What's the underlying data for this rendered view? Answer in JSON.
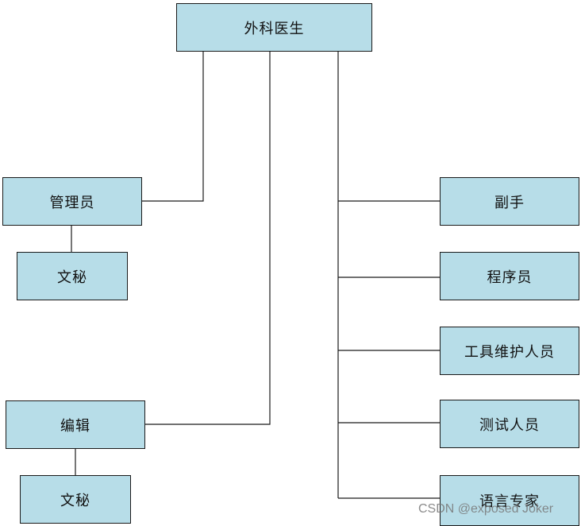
{
  "diagram": {
    "root": {
      "label": "外科医生"
    },
    "left_branches": [
      {
        "label": "管理员",
        "child": {
          "label": "文秘"
        }
      },
      {
        "label": "编辑",
        "child": {
          "label": "文秘"
        }
      }
    ],
    "right_branches": [
      {
        "label": "副手"
      },
      {
        "label": "程序员"
      },
      {
        "label": "工具维护人员"
      },
      {
        "label": "测试人员"
      },
      {
        "label": "语言专家"
      }
    ],
    "colors": {
      "node_fill": "#b7dde8",
      "node_border": "#1a1a1a",
      "connector": "#1a1a1a"
    }
  },
  "watermark": "CSDN @exposed Joker"
}
